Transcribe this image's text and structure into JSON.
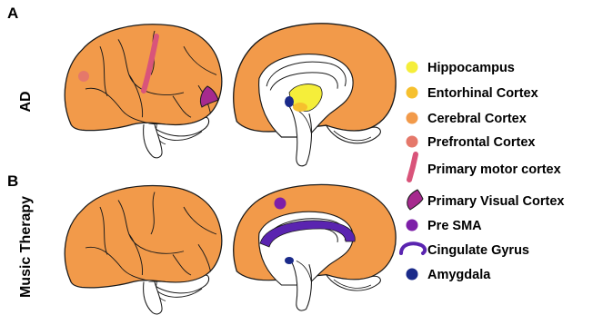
{
  "panels": [
    {
      "letter": "A",
      "label": "AD"
    },
    {
      "letter": "B",
      "label": "Music Therapy"
    }
  ],
  "legend": [
    {
      "label": "Hippocampus",
      "color": "#f5ee3a",
      "icon": "yellow-dot-icon"
    },
    {
      "label": "Entorhinal Cortex",
      "color": "#f6c02e",
      "icon": "gold-dot-icon"
    },
    {
      "label": "Cerebral Cortex",
      "color": "#f29a4a",
      "icon": "orange-dot-icon"
    },
    {
      "label": "Prefrontal Cortex",
      "color": "#e5786a",
      "icon": "salmon-dot-icon"
    },
    {
      "label": "Primary motor cortex",
      "color": "#d9547a",
      "icon": "pink-stroke-icon"
    },
    {
      "label": "Primary Visual Cortex",
      "color": "#a62a8e",
      "icon": "magenta-crescent-icon"
    },
    {
      "label": "Pre SMA",
      "color": "#7d1fa8",
      "icon": "purple-dot-icon"
    },
    {
      "label": "Cingulate Gyrus",
      "color": "#5a24b0",
      "icon": "arc-icon"
    },
    {
      "label": "Amygdala",
      "color": "#1a2a8a",
      "icon": "navy-dot-icon"
    }
  ],
  "colors": {
    "cortex": "#f29a4a",
    "outline": "#1a1a1a"
  }
}
